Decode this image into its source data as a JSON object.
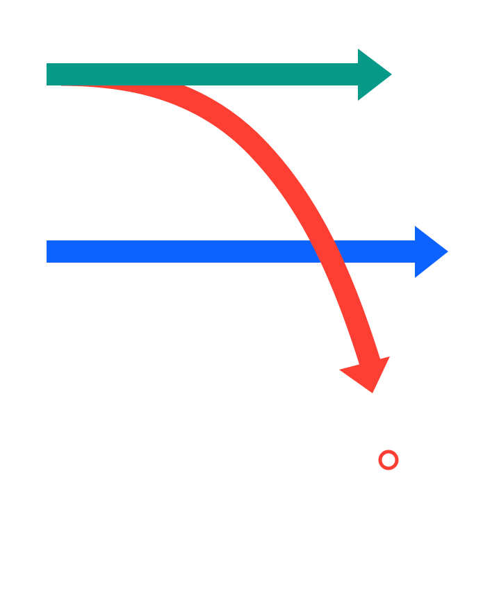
{
  "diagram": {
    "arrows": [
      {
        "id": "top-straight-arrow",
        "color": "#089a88",
        "shape": "straight",
        "direction": "right"
      },
      {
        "id": "middle-straight-arrow",
        "color": "#0d63ff",
        "shape": "straight",
        "direction": "right"
      },
      {
        "id": "curved-arrow",
        "color": "#fd3f33",
        "shape": "curved",
        "direction": "down-right"
      }
    ],
    "markers": [
      {
        "id": "target-circle-marker",
        "color": "#fd3f33",
        "shape": "hollow-circle"
      }
    ]
  }
}
